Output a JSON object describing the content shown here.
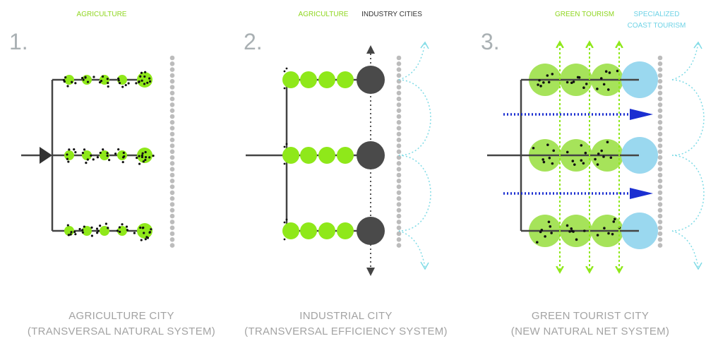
{
  "panels": [
    {
      "number": "1.",
      "labels": [
        {
          "text": "AGRICULTURE",
          "color": "#8fd61f"
        }
      ],
      "caption_line1": "AGRICULTURE CITY",
      "caption_line2": "(TRANSVERSAL NATURAL SYSTEM)"
    },
    {
      "number": "2.",
      "labels": [
        {
          "text": "AGRICULTURE",
          "color": "#8fd61f"
        },
        {
          "text": "INDUSTRY CITIES",
          "color": "#333333"
        }
      ],
      "caption_line1": "INDUSTRIAL CITY",
      "caption_line2": "(TRANSVERSAL EFFICIENCY SYSTEM)"
    },
    {
      "number": "3.",
      "labels": [
        {
          "text": "GREEN TOURISM",
          "color": "#8fd61f"
        },
        {
          "text": "SPECIALIZED",
          "color": "#6fd3e6"
        },
        {
          "text": "COAST TOURISM",
          "color": "#6fd3e6"
        }
      ],
      "caption_line1": "GREEN TOURIST CITY",
      "caption_line2": "(NEW  NATURAL NET SYSTEM)"
    }
  ],
  "colors": {
    "green": "#8fe81a",
    "light_green": "#a6e35a",
    "dark": "#444444",
    "gray_dots": "#bcbcbc",
    "cyan": "#7fdbe6",
    "light_blue": "#9ad8ef",
    "blue_arrow": "#1b2fd1",
    "number_gray": "#a9b0b3"
  }
}
